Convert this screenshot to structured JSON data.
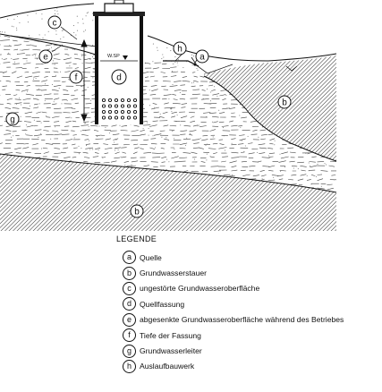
{
  "diagram": {
    "labels": {
      "a": "a",
      "b": "b",
      "c": "c",
      "d": "d",
      "e": "e",
      "f": "f",
      "g": "g",
      "h": "h"
    },
    "water_level_marker": "W.SP"
  },
  "legend": {
    "title": "LEGENDE",
    "items": [
      {
        "key": "a",
        "text": "Quelle"
      },
      {
        "key": "b",
        "text": "Grundwasserstauer"
      },
      {
        "key": "c",
        "text": "ungestörte Grundwasseroberfläche"
      },
      {
        "key": "d",
        "text": "Quellfassung"
      },
      {
        "key": "e",
        "text": "abgesenkte Grundwasseroberfläche während des Betriebes"
      },
      {
        "key": "f",
        "text": "Tiefe der Fassung"
      },
      {
        "key": "g",
        "text": "Grundwasserleiter"
      },
      {
        "key": "h",
        "text": "Auslaufbauwerk"
      }
    ]
  }
}
